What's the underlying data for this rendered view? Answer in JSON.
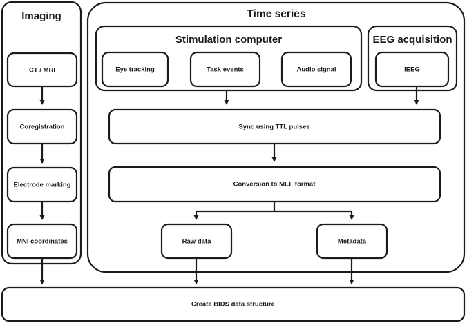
{
  "diagram": {
    "title_visible": false,
    "accent_color": "#1b1b1b",
    "background_color": "#ffffff",
    "groups": {
      "imaging": {
        "label": "Imaging"
      },
      "time_series": {
        "label": "Time series"
      },
      "stimulation_computer": {
        "label": "Stimulation computer"
      },
      "eeg_acquisition": {
        "label": "EEG acquisition"
      }
    },
    "nodes": {
      "ct_mri": {
        "label": "CT / MRI"
      },
      "coregistration": {
        "label": "Coregistration"
      },
      "electrode_marking": {
        "label": "Electrode marking"
      },
      "mni_coordinates": {
        "label": "MNI coordinates"
      },
      "eye_tracking": {
        "label": "Eye tracking"
      },
      "task_events": {
        "label": "Task events"
      },
      "audio_signal": {
        "label": "Audio signal"
      },
      "ieeg": {
        "label": "iEEG"
      },
      "sync_ttl": {
        "label": "Sync using TTL pulses"
      },
      "conversion_mef": {
        "label": "Conversion to MEF format"
      },
      "raw_data": {
        "label": "Raw data"
      },
      "metadata": {
        "label": "Metadata"
      },
      "create_bids": {
        "label": "Create BIDS data structure"
      }
    },
    "edges": [
      {
        "from": "ct_mri",
        "to": "coregistration"
      },
      {
        "from": "coregistration",
        "to": "electrode_marking"
      },
      {
        "from": "electrode_marking",
        "to": "mni_coordinates"
      },
      {
        "from": "mni_coordinates",
        "to": "create_bids"
      },
      {
        "from": "stimulation_computer",
        "to": "sync_ttl"
      },
      {
        "from": "eeg_acquisition",
        "to": "sync_ttl"
      },
      {
        "from": "sync_ttl",
        "to": "conversion_mef"
      },
      {
        "from": "conversion_mef",
        "to": "raw_data"
      },
      {
        "from": "conversion_mef",
        "to": "metadata"
      },
      {
        "from": "raw_data",
        "to": "create_bids"
      },
      {
        "from": "metadata",
        "to": "create_bids"
      }
    ]
  }
}
